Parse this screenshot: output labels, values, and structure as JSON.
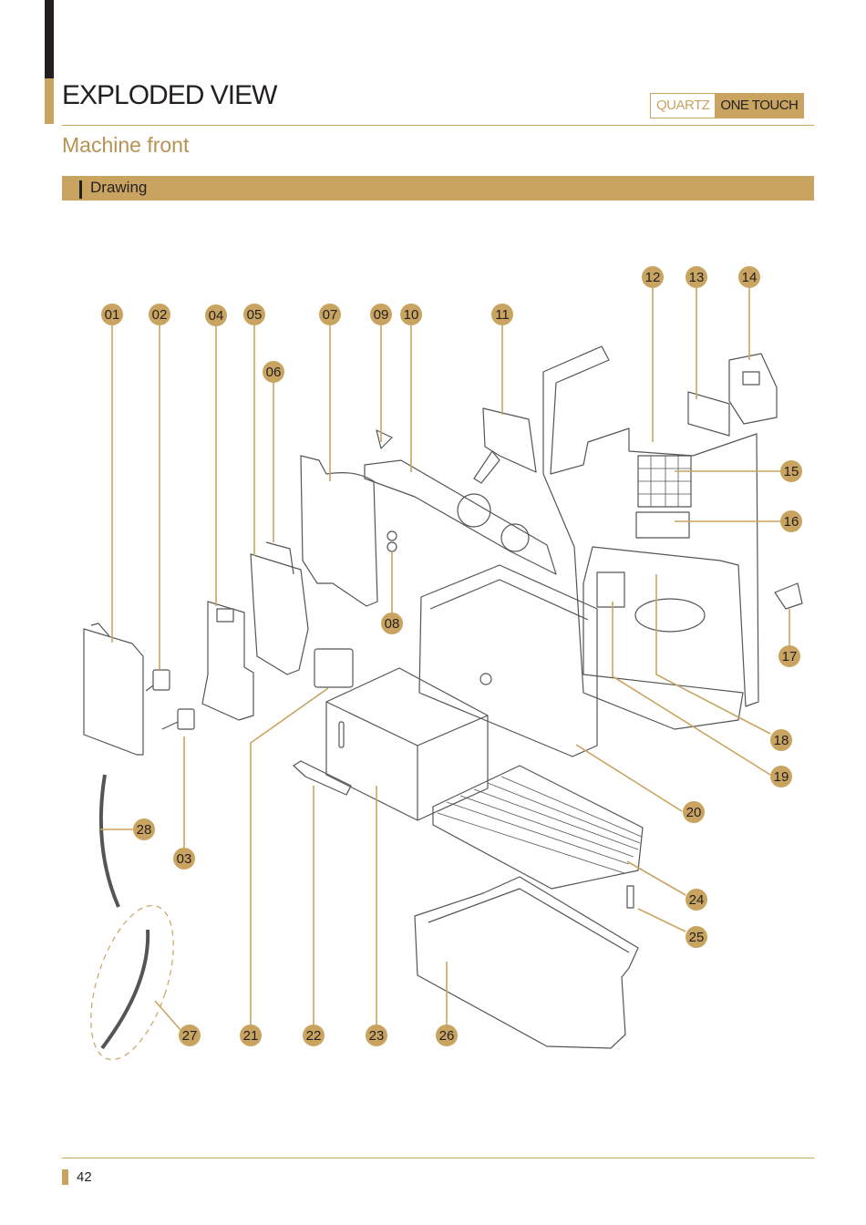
{
  "header": {
    "title": "EXPLODED VIEW",
    "brand_left": "QUARTZ",
    "brand_right": "ONE TOUCH"
  },
  "section": {
    "subtitle": "Machine front",
    "band_label": "Drawing"
  },
  "callouts": [
    "01",
    "02",
    "03",
    "04",
    "05",
    "06",
    "07",
    "08",
    "09",
    "10",
    "11",
    "12",
    "13",
    "14",
    "15",
    "16",
    "17",
    "18",
    "19",
    "20",
    "21",
    "22",
    "23",
    "24",
    "25",
    "26",
    "27",
    "28"
  ],
  "colors": {
    "gold": "#c9a461",
    "dark": "#231f20",
    "line": "#555555"
  },
  "footer": {
    "page_number": "42"
  }
}
